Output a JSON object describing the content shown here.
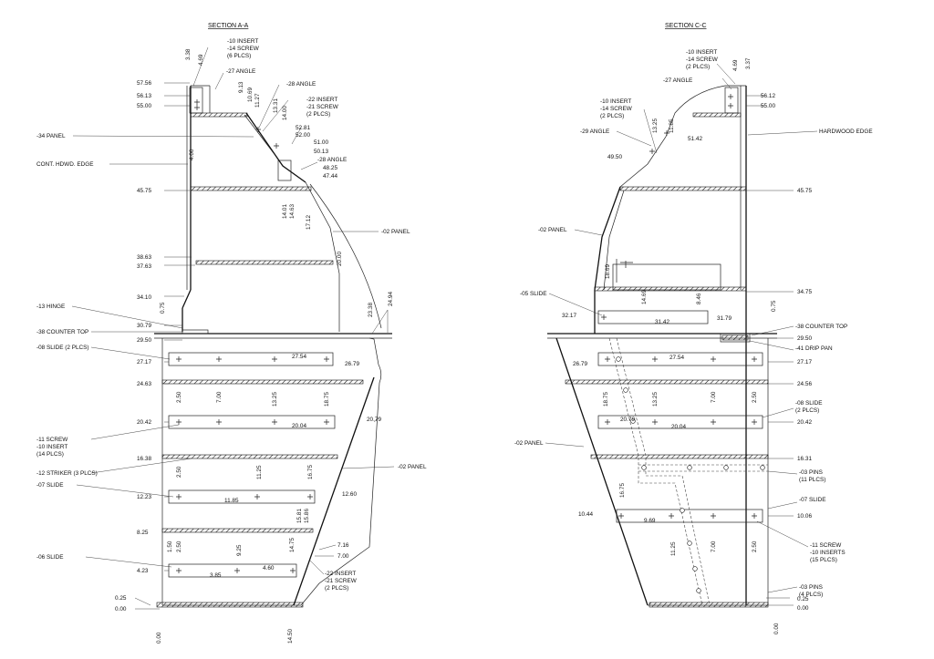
{
  "section_a": {
    "title": "SECTION A-A",
    "callouts": {
      "insert_top": "-10 INSERT",
      "screw_top": "-14 SCREW",
      "plcs_top": "(6 PLCS)",
      "angle27": "-27 ANGLE",
      "angle28a": "-28 ANGLE",
      "insert22a": "-22 INSERT",
      "screw21a": "-21 SCREW",
      "plcs21a": "(2 PLCS)",
      "panel34": "-34 PANEL",
      "hdwd_edge": "CONT. HDWD. EDGE",
      "angle28b": "-28 ANGLE",
      "panel02a": "-02 PANEL",
      "hinge13": "-13 HINGE",
      "counter38": "-38 COUNTER TOP",
      "slide08": "-08 SLIDE (2 PLCS)",
      "screw11": "-11 SCREW",
      "insert10": "-10 INSERT",
      "plcs14": "(14 PLCS)",
      "striker12": "-12 STRIKER (3 PLCS)",
      "slide07": "-07 SLIDE",
      "panel02b": "-02 PANEL",
      "slide06": "-06 SLIDE",
      "insert22b": "-22 INSERT",
      "screw21b": "-21 SCREW",
      "plcs21b": "(2 PLCS)"
    },
    "levels": {
      "l5756": "57.56",
      "l5613": "56.13",
      "l5500": "55.00",
      "l4575": "45.75",
      "l3863": "38.63",
      "l3763": "37.63",
      "l3410": "34.10",
      "l3079": "30.79",
      "l2950": "29.50",
      "l2717": "27.17",
      "l2463": "24.63",
      "l2042": "20.42",
      "l1638": "16.38",
      "l1223": "12.23",
      "l825": "8.25",
      "l423": "4.23",
      "l025": "0.25",
      "l000": "0.00"
    },
    "dims": {
      "d338": "3.38",
      "d469": "4.69",
      "d913": "9.13",
      "d1069": "10.69",
      "d1127": "11.27",
      "d1331": "13.31",
      "d1400": "14.00",
      "d5281": "52.81",
      "d5200": "52.00",
      "d5100": "51.00",
      "d5013": "50.13",
      "d400": "4.00",
      "d4825": "48.25",
      "d4744": "47.44",
      "d1401": "14.01",
      "d1463": "14.63",
      "d1712": "17.12",
      "d2000": "20.00",
      "d075": "0.75",
      "d2338": "23.38",
      "d2494": "24.94",
      "d2754": "27.54",
      "d2679": "26.79",
      "d250a": "2.50",
      "d700a": "7.00",
      "d1325a": "13.25",
      "d1875a": "18.75",
      "d2004": "20.04",
      "d2079": "20.79",
      "d250b": "2.50",
      "d1125a": "11.25",
      "d1675a": "16.75",
      "d1185": "11.85",
      "d1260": "12.60",
      "d150": "1.50",
      "d250c": "2.50",
      "d925": "9.25",
      "d1475": "14.75",
      "d1581": "15.81",
      "d1586": "15.86",
      "d716": "7.16",
      "d700b": "7.00",
      "d385": "3.85",
      "d460": "4.60",
      "d000b": "0.00",
      "d1450": "14.50"
    }
  },
  "section_c": {
    "title": "SECTION C-C",
    "callouts": {
      "insert_top": "-10 INSERT",
      "screw_top": "-14 SCREW",
      "plcs_top": "(2 PLCS)",
      "angle27": "-27 ANGLE",
      "hdwd_edge": "HARDWOOD EDGE",
      "insert_mid": "-10 INSERT",
      "screw_mid": "-14 SCREW",
      "plcs_mid": "(2 PLCS)",
      "angle29": "-29 ANGLE",
      "panel02a": "-02 PANEL",
      "slide05": "-05 SLIDE",
      "counter38": "-38 COUNTER TOP",
      "drip41": "-41 DRIP PAN",
      "slide08": "-08 SLIDE",
      "slide08plcs": "(2 PLCS)",
      "panel02b": "-02 PANEL",
      "pins03a": "-03 PINS",
      "pins03aplcs": "(11 PLCS)",
      "slide07": "-07 SLIDE",
      "screw11": "-11 SCREW",
      "inserts10": "-10 INSERTS",
      "plcs15": "(15 PLCS)",
      "pins03b": "-03 PINS",
      "pins03bplcs": "(4 PLCS)"
    },
    "levels": {
      "l5612": "56.12",
      "l5500": "55.00",
      "l4575": "45.75",
      "l3475": "34.75",
      "l2950": "29.50",
      "l2717": "27.17",
      "l2456": "24.56",
      "l2042": "20.42",
      "l1631": "16.31",
      "l1006": "10.06",
      "l025": "0.25",
      "l000": "0.00"
    },
    "dims": {
      "d469": "4.69",
      "d337": "3.37",
      "d1185": "11.85",
      "d1325": "13.25",
      "d5142": "51.42",
      "d4950": "49.50",
      "d1869": "18.69",
      "d1469": "14.69",
      "d846": "8.46",
      "d3217": "32.17",
      "d3142": "31.42",
      "d3179": "31.79",
      "d075": "0.75",
      "d2679": "26.79",
      "d2754": "27.54",
      "d1875": "18.75",
      "d1325b": "13.25",
      "d700": "7.00",
      "d250": "2.50",
      "d2079": "20.79",
      "d2004": "20.04",
      "d1675": "16.75",
      "d1044": "10.44",
      "d969": "9.69",
      "d1125": "11.25",
      "d700b": "7.00",
      "d250b": "2.50",
      "d000b": "0.00"
    }
  }
}
